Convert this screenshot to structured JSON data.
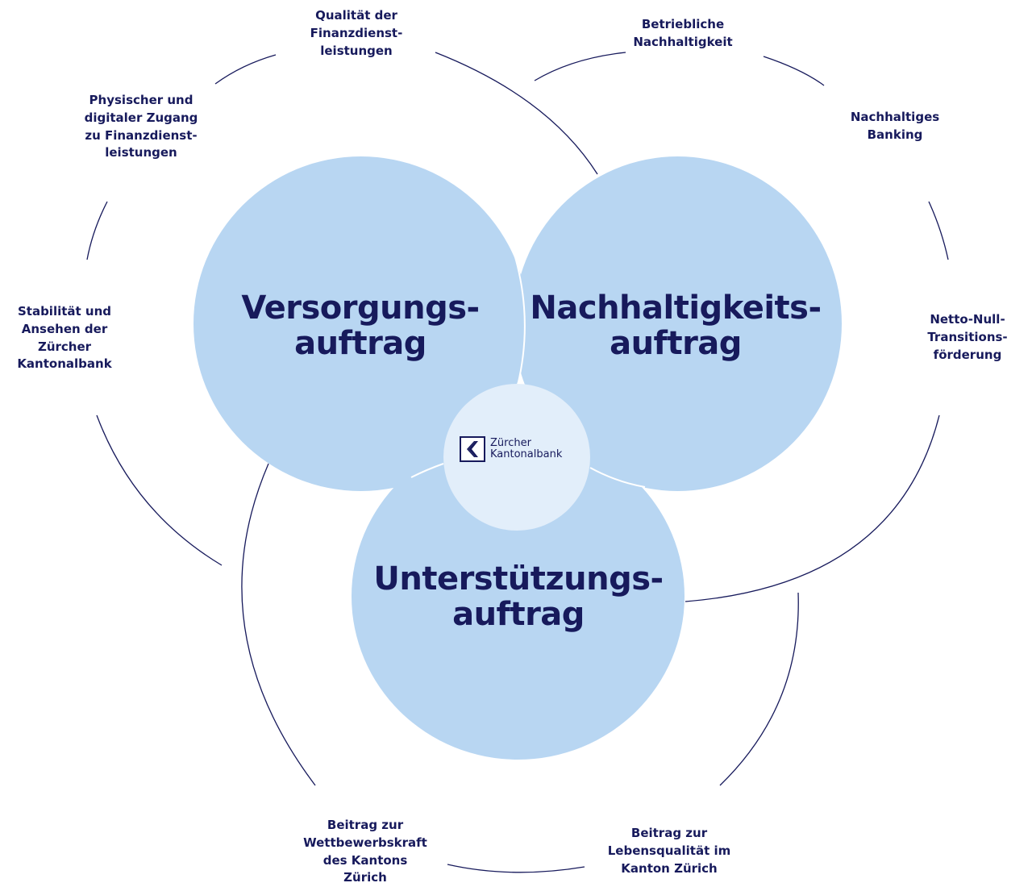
{
  "diagram": {
    "circles": {
      "versorgung": "Versorgungs-\nauftrag",
      "nachhaltigkeit": "Nachhaltigkeits-\nauftrag",
      "unterstuetzung": "Unterstützungs-\nauftrag"
    },
    "center": {
      "logo_text": "Zürcher\nKantonalbank",
      "logo_icon": "zkb-chevron-logo-icon"
    },
    "outer_labels": {
      "qualitaet": "Qualität der\nFinanzdienst-\nleistungen",
      "betriebliche": "Betriebliche\nNachhaltigkeit",
      "zugang": "Physischer und\ndigitaler Zugang\nzu Finanzdienst-\nleistungen",
      "banking": "Nachhaltiges\nBanking",
      "stabilitaet": "Stabilität und\nAnsehen der\nZürcher\nKantonalbank",
      "netto": "Netto-Null-\nTransitions-\nförderung",
      "wettbewerb": "Beitrag zur\nWettbewerbskraft\ndes Kantons\nZürich",
      "lebensqualitaet": "Beitrag zur\nLebensqualität im\nKanton Zürich"
    },
    "colors": {
      "circle_fill": "#b8d6f2",
      "center_fill": "#e2eefa",
      "text": "#171a5c",
      "arc_stroke": "#171a5c"
    }
  }
}
